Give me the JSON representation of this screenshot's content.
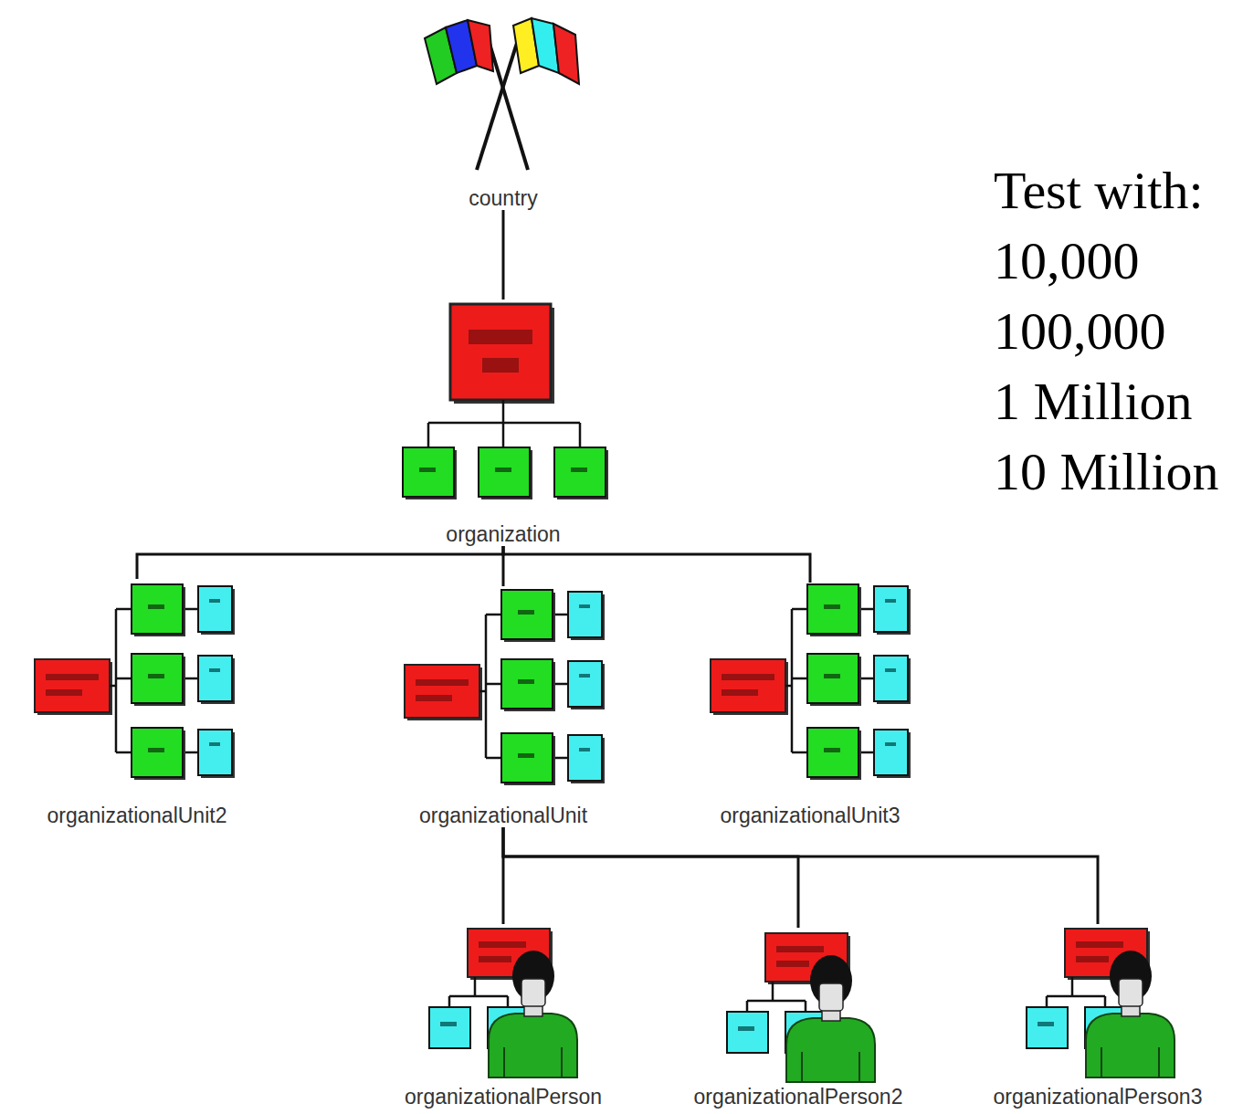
{
  "diagram": {
    "nodes": [
      {
        "text": [
          "country"
        ]
      },
      {
        "text": [
          "organization"
        ]
      },
      {
        "text": [
          "organizationalUnit2"
        ]
      },
      {
        "text": [
          "organizationalUnit"
        ]
      },
      {
        "text": [
          "organizationalUnit3"
        ]
      },
      {
        "text": [
          "organizationalPerson"
        ]
      },
      {
        "text": [
          "organizationalPerson2"
        ]
      },
      {
        "text": [
          "organizationalPerson3"
        ]
      }
    ],
    "edges": [
      {
        "from": 0,
        "to": 1,
        "arrow": "none"
      },
      {
        "from": 1,
        "to": 2,
        "arrow": "none"
      },
      {
        "from": 1,
        "to": 3,
        "arrow": "none"
      },
      {
        "from": 1,
        "to": 4,
        "arrow": "none"
      },
      {
        "from": 3,
        "to": 5,
        "arrow": "none"
      },
      {
        "from": 3,
        "to": 6,
        "arrow": "none"
      },
      {
        "from": 3,
        "to": 7,
        "arrow": "none"
      }
    ],
    "labels": [
      "Test with:",
      "10,000",
      "100,000",
      "1 Million",
      "10 Million"
    ]
  }
}
